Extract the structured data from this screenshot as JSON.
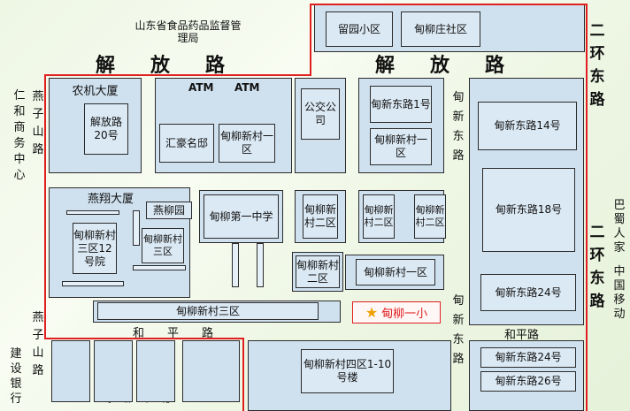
{
  "colors": {
    "block": "#cfe1ef",
    "building": "#dbe9f4",
    "boundary": "#e02020",
    "background": "#eef6e4"
  },
  "top_labels": {
    "fda": "山东省食品药品监督管理局"
  },
  "roads": {
    "jiefang_left": "解放路",
    "jiefang_right": "解放路",
    "erhuan_top": "二环东路",
    "erhuan_bottom": "二环东路",
    "dianxin_upper": "甸新东路",
    "dianxin_lower": "甸新东路",
    "yanzishan_upper": "燕子山路",
    "yanzishan_lower": "燕子山路",
    "heping_left": "和平路",
    "heping_right": "和平路",
    "dianxinzhong": "甸新中路"
  },
  "outside": {
    "renhe": "仁和商务中心",
    "bashu": "巴蜀人家",
    "mobile": "中国移动",
    "ccb": "建设银行"
  },
  "buildings": {
    "liuyuan": "留园小区",
    "dianliuzhuang": "甸柳庄社区",
    "nongji": "农机大厦",
    "jiefang20": "解放路20号",
    "atm1": "ATM",
    "atm2": "ATM",
    "bus": "公交公司",
    "huihao": "汇豪名邸",
    "dlxc1_left": "甸柳新村一区",
    "dxdl1": "甸新东路1号",
    "dlxc1_right": "甸柳新村一区",
    "dxdl14": "甸新东路14号",
    "dxdl18": "甸新东路18号",
    "dxdl24_inner": "甸新东路24号",
    "yanxiang": "燕翔大厦",
    "yanliuyuan": "燕柳园",
    "dlxc3_12": "甸柳新村三区12号院",
    "dlxc3_small": "甸柳新村三区",
    "middle_school": "甸柳第一中学",
    "dlxc2_a": "甸柳新村二区",
    "dlxc2_b": "甸柳新村二区",
    "dlxc2_c": "甸柳新村二区",
    "dlxc2_d": "甸柳新村二区",
    "dlxc1_mid": "甸柳新村一区",
    "dlxc3_long": "甸柳新村三区",
    "school": "甸柳一小",
    "dlxc4": "甸柳新村四区1-10号楼",
    "dxdl24_bottom": "甸新东路24号",
    "dxdl26": "甸新东路26号"
  }
}
